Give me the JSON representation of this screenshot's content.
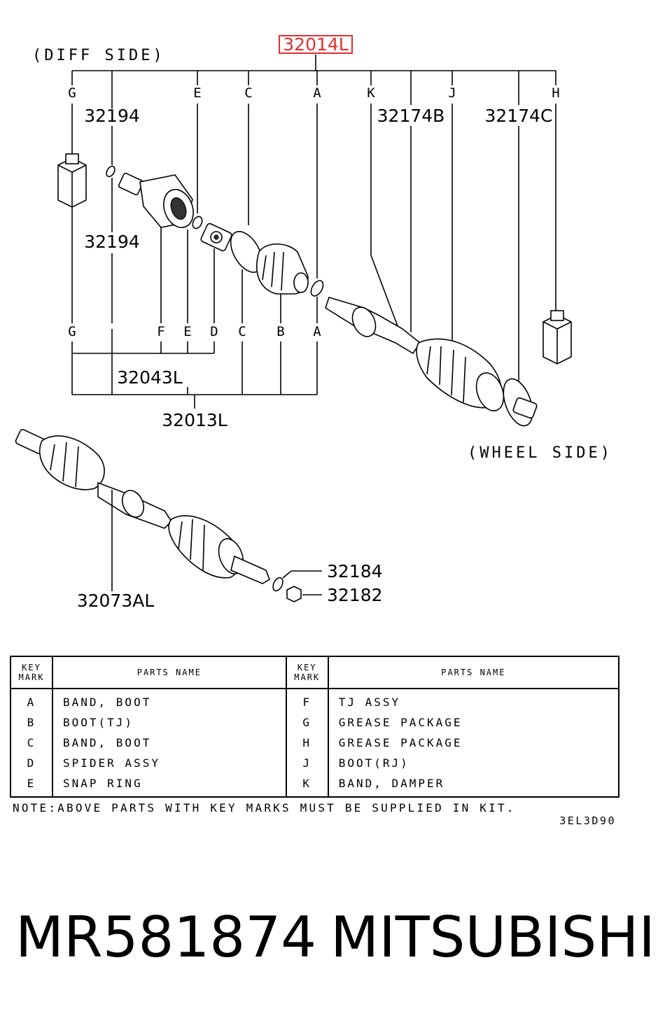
{
  "diagram": {
    "diff_side_label": "(DIFF SIDE)",
    "wheel_side_label": "(WHEEL SIDE)",
    "highlight_color": "#e03030",
    "top_assembly": "32014L",
    "top_marks": [
      "G",
      "E",
      "C",
      "A",
      "K",
      "J",
      "H"
    ],
    "bottom_marks": [
      "G",
      "F",
      "E",
      "D",
      "C",
      "B",
      "A"
    ],
    "part_32194_upper": "32194",
    "part_32194_lower": "32194",
    "part_32174B": "32174B",
    "part_32174C": "32174C",
    "part_32043L": "32043L",
    "part_32013L": "32013L",
    "part_32184": "32184",
    "part_32182": "32182",
    "part_32073AL": "32073AL"
  },
  "table": {
    "header_key_mark": "KEY MARK",
    "header_parts_name": "PARTS NAME",
    "left_rows": [
      {
        "mark": "A",
        "name": "BAND, BOOT"
      },
      {
        "mark": "B",
        "name": "BOOT(TJ)"
      },
      {
        "mark": "C",
        "name": "BAND, BOOT"
      },
      {
        "mark": "D",
        "name": "SPIDER ASSY"
      },
      {
        "mark": "E",
        "name": "SNAP RING"
      }
    ],
    "right_rows": [
      {
        "mark": "F",
        "name": "TJ ASSY"
      },
      {
        "mark": "G",
        "name": "GREASE PACKAGE"
      },
      {
        "mark": "H",
        "name": "GREASE PACKAGE"
      },
      {
        "mark": "J",
        "name": "BOOT(RJ)"
      },
      {
        "mark": "K",
        "name": "BAND, DAMPER"
      }
    ]
  },
  "note": "NOTE:ABOVE PARTS WITH KEY MARKS MUST BE SUPPLIED IN KIT.",
  "figure_code": "3EL3D90",
  "footer": {
    "part_number": "MR581874",
    "brand": "MITSUBISHI"
  }
}
